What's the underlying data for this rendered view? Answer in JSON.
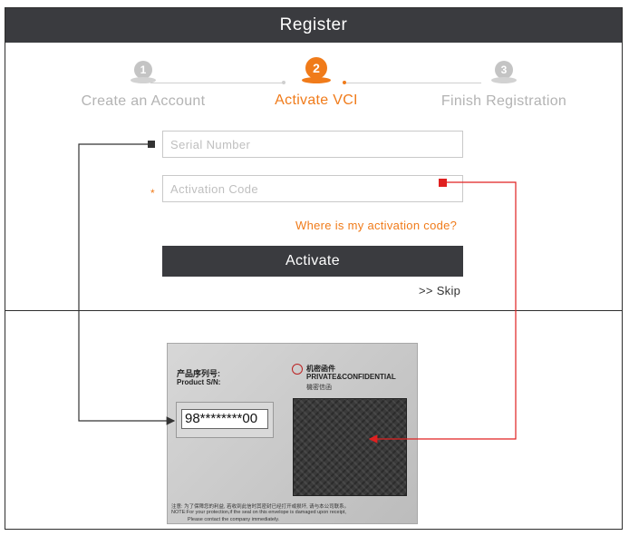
{
  "header": {
    "title": "Register"
  },
  "steps": [
    {
      "number": "1",
      "label": "Create an Account",
      "state": "inactive"
    },
    {
      "number": "2",
      "label": "Activate VCI",
      "state": "active"
    },
    {
      "number": "3",
      "label": "Finish Registration",
      "state": "inactive"
    }
  ],
  "form": {
    "serial_placeholder": "Serial Number",
    "serial_value": "",
    "activation_placeholder": "Activation Code",
    "activation_value": "",
    "required_mark": "*",
    "help_link": "Where is my activation code?",
    "activate_label": "Activate",
    "skip_label": ">> Skip"
  },
  "card": {
    "sn_label_cn": "产品序列号:",
    "sn_label_en": "Product S/N:",
    "sn_value": "98********00",
    "conf_cn": "机密函件",
    "conf_en": "PRIVATE&CONFIDENTIAL",
    "conf_cn2": "機密信函",
    "note_line1": "注意: 为了保障您的利益, 若收到此信时其密封已经打开或损坏, 请与本公司联系。",
    "note_line2": "NOTE:For your protection,if the seal on this envelope is damaged upon receipt,",
    "note_line3": "Please contact the company immediately."
  },
  "colors": {
    "accent": "#f07b1a",
    "header_bg": "#3a3b3f",
    "arrow_serial": "#333333",
    "arrow_activation": "#e02020"
  }
}
